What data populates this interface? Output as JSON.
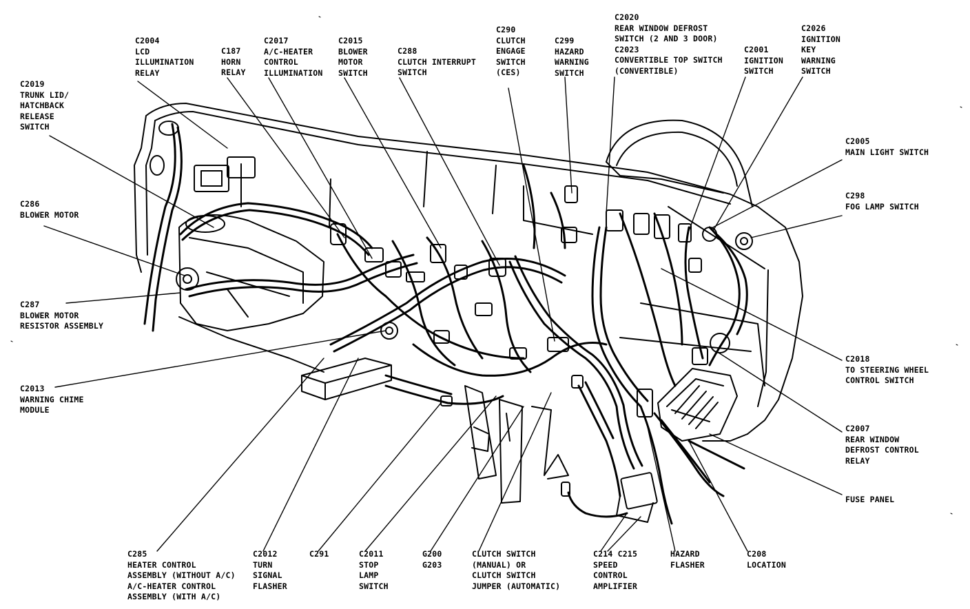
{
  "labels": {
    "c2004": [
      "C2004",
      "LCD",
      "ILLUMINATION",
      "RELAY"
    ],
    "c187": [
      "C187",
      "HORN",
      "RELAY"
    ],
    "c2017": [
      "C2017",
      "A/C-HEATER",
      "CONTROL",
      "ILLUMINATION"
    ],
    "c2015": [
      "C2015",
      "BLOWER",
      "MOTOR",
      "SWITCH"
    ],
    "c288": [
      "C288",
      "CLUTCH INTERRUPT",
      "SWITCH"
    ],
    "c290": [
      "C290",
      "CLUTCH",
      "ENGAGE",
      "SWITCH",
      "(CES)"
    ],
    "c299": [
      "C299",
      "HAZARD",
      "WARNING",
      "SWITCH"
    ],
    "c2020": [
      "C2020",
      "REAR WINDOW DEFROST",
      "SWITCH (2 AND 3 DOOR)",
      "C2023",
      "CONVERTIBLE TOP SWITCH",
      "(CONVERTIBLE)"
    ],
    "c2001": [
      "C2001",
      "IGNITION",
      "SWITCH"
    ],
    "c2026": [
      "C2026",
      "IGNITION",
      "KEY",
      "WARNING",
      "SWITCH"
    ],
    "c2019": [
      "C2019",
      "TRUNK LID/",
      "HATCHBACK",
      "RELEASE",
      "SWITCH"
    ],
    "c2005": [
      "C2005",
      "MAIN LIGHT SWITCH"
    ],
    "c286": [
      "C286",
      "BLOWER MOTOR"
    ],
    "c298": [
      "C298",
      "FOG LAMP SWITCH"
    ],
    "c287": [
      "C287",
      "BLOWER MOTOR",
      "RESISTOR ASSEMBLY"
    ],
    "c2013": [
      "C2013",
      "WARNING CHIME",
      "MODULE"
    ],
    "c2018": [
      "C2018",
      "TO STEERING WHEEL",
      "CONTROL SWITCH"
    ],
    "c2007": [
      "C2007",
      "REAR WINDOW",
      "DEFROST CONTROL",
      "RELAY"
    ],
    "fuse_panel": [
      "FUSE PANEL"
    ],
    "c285": [
      "C285",
      "HEATER CONTROL",
      "ASSEMBLY (WITHOUT A/C)",
      "A/C-HEATER CONTROL",
      "ASSEMBLY (WITH A/C)"
    ],
    "c2012": [
      "C2012",
      "TURN",
      "SIGNAL",
      "FLASHER"
    ],
    "c291": [
      "C291"
    ],
    "c2011": [
      "C2011",
      "STOP",
      "LAMP",
      "SWITCH"
    ],
    "g200": [
      "G200",
      "G203"
    ],
    "clutch_switch": [
      "CLUTCH SWITCH",
      "(MANUAL) OR",
      "CLUTCH SWITCH",
      "JUMPER (AUTOMATIC)"
    ],
    "c214": [
      "C214 C215",
      "SPEED",
      "CONTROL",
      "AMPLIFIER"
    ],
    "hazard_flasher": [
      "HAZARD",
      "FLASHER"
    ],
    "c208": [
      "C208",
      "LOCATION"
    ]
  },
  "colors": {
    "ink": "#000000",
    "paper": "#ffffff"
  }
}
